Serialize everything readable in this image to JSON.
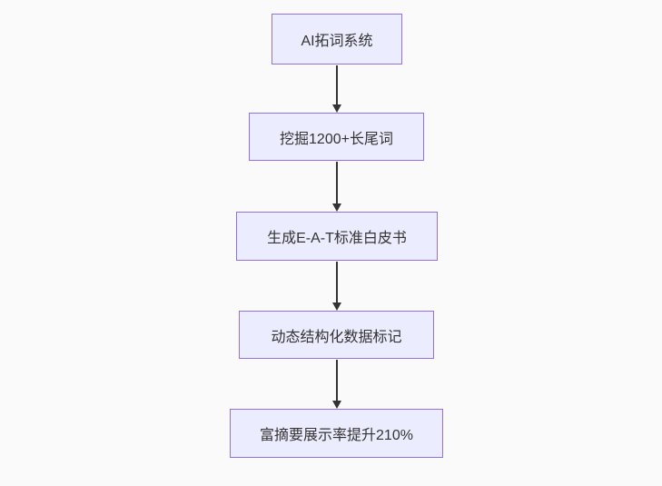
{
  "diagram": {
    "type": "flowchart",
    "direction": "top-down",
    "background_color": "#fafafa",
    "node_style": {
      "fill_color": "#ECECFF",
      "border_color": "#9370DB",
      "text_color": "#333333"
    },
    "arrow_color": "#333333",
    "nodes": [
      {
        "id": "n1",
        "label": "AI拓词系统"
      },
      {
        "id": "n2",
        "label": "挖掘1200+长尾词"
      },
      {
        "id": "n3",
        "label": "生成E-A-T标准白皮书"
      },
      {
        "id": "n4",
        "label": "动态结构化数据标记"
      },
      {
        "id": "n5",
        "label": "富摘要展示率提升210%"
      }
    ],
    "edges": [
      {
        "from": "n1",
        "to": "n2"
      },
      {
        "from": "n2",
        "to": "n3"
      },
      {
        "from": "n3",
        "to": "n4"
      },
      {
        "from": "n4",
        "to": "n5"
      }
    ]
  }
}
